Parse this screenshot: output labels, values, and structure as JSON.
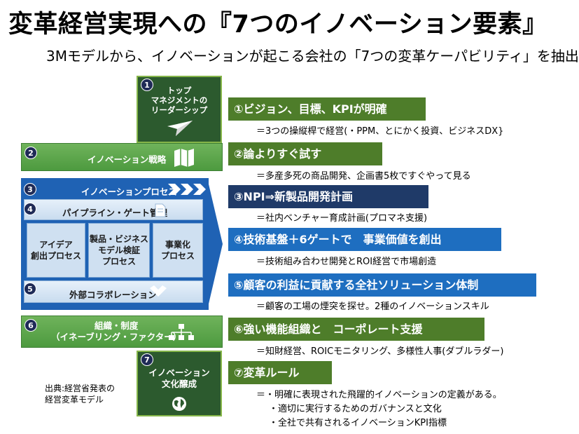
{
  "title": "変革経営実現への『7つのイノベーション要素』",
  "subtitle": "3Mモデルから、イノベーションが起こる会社の「7つの変革ケーパビリティ」を抽出",
  "diagram": {
    "top_box": {
      "num": "1",
      "text": "トップ\nマネジメントの\nリーダーシップ"
    },
    "strategy": {
      "num": "2",
      "label": "イノベーション戦略"
    },
    "process": {
      "num": "3",
      "label": "イノベーションプロセス"
    },
    "pipeline": {
      "num": "4",
      "label": "パイプライン・ゲート管理"
    },
    "columns": [
      {
        "text": "アイデア\n創出プロセス"
      },
      {
        "text": "製品・ビジネス\nモデル検証\nプロセス"
      },
      {
        "text": "事業化\nプロセス"
      }
    ],
    "collab": {
      "num": "5",
      "label": "外部コラボレーション"
    },
    "org": {
      "num": "6",
      "label": "組織・制度\n（イネーブリング・ファクター）"
    },
    "culture_box": {
      "num": "7",
      "text": "イノベーション\n文化醸成"
    }
  },
  "source": "出典:経営省発表の\n経営変革モデル",
  "elements": [
    {
      "heading": "①ビジョン、目標、KPIが明確",
      "color": "#4e7d2a",
      "desc": "＝3つの操縦桿で経営(・PPM、とにかく投資、ビジネスDX}"
    },
    {
      "heading": "②論よりすぐ試す",
      "color": "#4e7d2a",
      "desc": "＝多産多死の商品開発、企画書5枚ですぐやって見る"
    },
    {
      "heading": "③NPI⇒新製品開発計画",
      "color": "#1f3a68",
      "desc": "＝社内ベンチャー育成計画(プロマネ支援)"
    },
    {
      "heading": "④技術基盤＋6ゲートで　事業価値を創出",
      "color": "#1e6ec0",
      "desc": "＝技術組み合わせ開発とROI経営で市場創造"
    },
    {
      "heading": "⑤顧客の利益に貢献する全社ソリューション体制",
      "color": "#1e6ec0",
      "desc": "＝顧客の工場の煙突を探せ。2種のイノベーションスキル"
    },
    {
      "heading": "⑥強い機能組織と　コーポレート支援",
      "color": "#4e7d2a",
      "desc": "＝知財経営、ROICモニタリング、多様性人事(ダブルラダー)"
    },
    {
      "heading": "⑦変革ルール",
      "color": "#4e7d2a",
      "desc": "＝・明確に表現された飛躍的イノベーションの定義がある。"
    }
  ],
  "extra_desc": [
    "・適切に実行するためのガバナンスと文化",
    "・全社で共有されるイノベーションKPI指標"
  ]
}
